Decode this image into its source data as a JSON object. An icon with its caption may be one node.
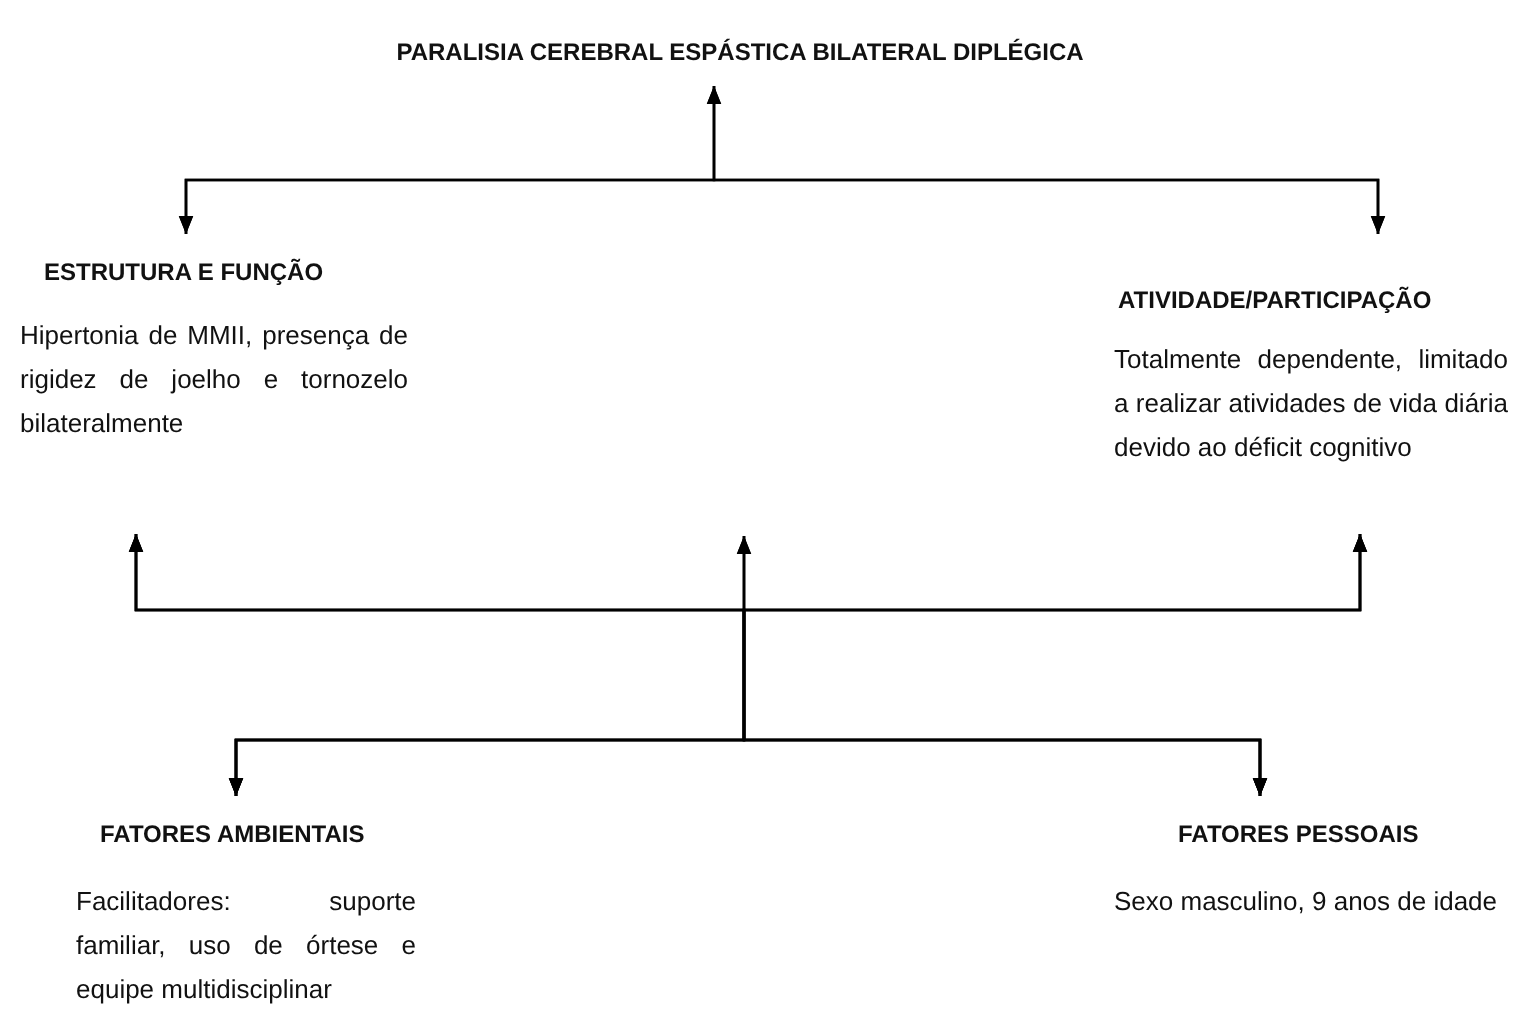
{
  "diagram": {
    "nodes": [
      {
        "text": [
          "PARALISIA CEREBRAL ESPÁSTICA BILATERAL DIPLÉGICA"
        ]
      },
      {
        "text": [
          "ESTRUTURA E FUNÇÃO",
          "Hipertonia de MMII, presença de rigidez de joelho e tornozelo bilateralmente"
        ]
      },
      {
        "text": [
          "ATIVIDADE/PARTICIPAÇÃO",
          "Totalmente dependente, limitado a realizar atividades de vida diária devido ao déficit cognitivo"
        ]
      },
      {
        "text": [
          "FATORES AMBIENTAIS",
          "Facilitadores: suporte familiar, uso de órtese e equipe multidisciplinar"
        ]
      },
      {
        "text": [
          "FATORES PESSOAIS",
          "Sexo masculino, 9 anos de idade"
        ]
      }
    ],
    "edges": [
      {
        "from": 1,
        "to": 0,
        "arrow": "both"
      },
      {
        "from": 2,
        "to": 0,
        "arrow": "both"
      },
      {
        "from": 1,
        "to": 2,
        "arrow": "both"
      },
      {
        "from": 3,
        "to": 1,
        "arrow": "both"
      },
      {
        "from": 3,
        "to": 2,
        "arrow": "both"
      },
      {
        "from": 4,
        "to": 1,
        "arrow": "both"
      },
      {
        "from": 4,
        "to": 2,
        "arrow": "both"
      },
      {
        "from": 3,
        "to": 4,
        "arrow": "both"
      },
      {
        "from": 1,
        "to": 2,
        "arrow": "both"
      },
      {
        "from": 3,
        "to": null,
        "arrow": "both"
      },
      {
        "from": 4,
        "to": null,
        "arrow": "both"
      }
    ]
  }
}
